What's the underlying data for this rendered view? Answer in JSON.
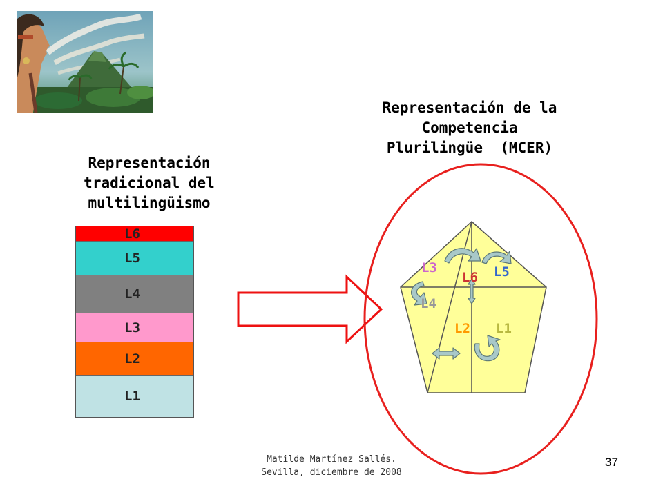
{
  "painting": {
    "alt": "painting of a woman's profile with speech scrolls and a volcano"
  },
  "heading_left": {
    "lines": [
      "Representación",
      "tradicional del",
      "multilingüismo"
    ]
  },
  "heading_right": {
    "lines": [
      "Representación de la",
      "Competencia",
      "Plurilingüe  (MCER)"
    ]
  },
  "stack": {
    "layers": [
      {
        "label": "L6",
        "color": "#ff0000",
        "height_share": 0.079
      },
      {
        "label": "L5",
        "color": "#33d0cc",
        "height_share": 0.176
      },
      {
        "label": "L4",
        "color": "#808080",
        "height_share": 0.198
      },
      {
        "label": "L3",
        "color": "#ff99cc",
        "height_share": 0.151
      },
      {
        "label": "L2",
        "color": "#ff6600",
        "height_share": 0.173
      },
      {
        "label": "L1",
        "color": "#bfe2e4",
        "height_share": 0.223
      }
    ]
  },
  "pentagon": {
    "fill": "#ffff99",
    "labels": {
      "l1": {
        "text": "L1",
        "color": "#b8b840"
      },
      "l2": {
        "text": "L2",
        "color": "#ff9900"
      },
      "l3": {
        "text": "L3",
        "color": "#cc66cc"
      },
      "l4": {
        "text": "L4",
        "color": "#999999"
      },
      "l5": {
        "text": "L5",
        "color": "#3366cc"
      },
      "l6": {
        "text": "L6",
        "color": "#cc3333"
      }
    },
    "ellipse_color": "#e8201e"
  },
  "arrow": {
    "color": "#ee1111"
  },
  "footer": {
    "lines": [
      "Matilde Martínez Sallés.",
      "Sevilla, diciembre de 2008"
    ]
  },
  "page_number": "37"
}
